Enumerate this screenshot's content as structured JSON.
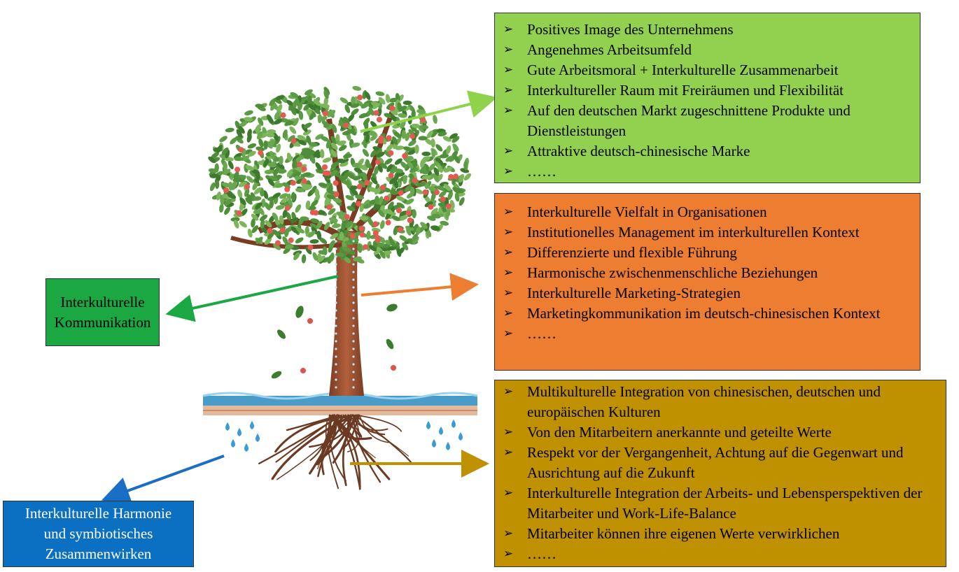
{
  "colors": {
    "top_box": "#92d050",
    "mid_box": "#ed7d31",
    "bot_box": "#bf9000",
    "comm_label": "#1ba843",
    "harm_label": "#0b6fc2",
    "arrow_top": "#8fd24c",
    "arrow_mid": "#ed7d31",
    "arrow_bot": "#bf9000",
    "arrow_comm": "#1ba843",
    "arrow_harm": "#1a6fc4"
  },
  "bullet_symbol": "➢",
  "top_box": {
    "items": [
      "Positives Image des Unternehmens",
      "Angenehmes Arbeitsumfeld",
      "Gute Arbeitsmoral + Interkulturelle Zusammenarbeit",
      "Interkultureller Raum mit Freiräumen und Flexibilität",
      "Auf den deutschen Markt zugeschnittene Produkte und Dienstleistungen",
      "Attraktive deutsch-chinesische Marke",
      "……"
    ]
  },
  "mid_box": {
    "items": [
      "Interkulturelle Vielfalt in Organisationen",
      "Institutionelles Management im interkulturellen Kontext",
      "Differenzierte und flexible Führung",
      "Harmonische zwischenmenschliche Beziehungen",
      "Interkulturelle Marketing-Strategien",
      "Marketingkommunikation im deutsch-chinesischen Kontext",
      "……"
    ]
  },
  "bot_box": {
    "items": [
      "Multikulturelle Integration von chinesischen, deutschen und europäischen Kulturen",
      "Von den Mitarbeitern anerkannte und geteilte Werte",
      "Respekt vor der Vergangenheit, Achtung auf die Gegenwart und Ausrichtung auf die Zukunft",
      "Interkulturelle Integration der Arbeits- und Lebensperspektiven der Mitarbeiter und Work-Life-Balance",
      "Mitarbeiter können ihre eigenen Werte verwirklichen",
      "……"
    ]
  },
  "label_comm": {
    "line1": "Interkulturelle",
    "line2": "Kommunikation"
  },
  "label_harm": {
    "line1": "Interkulturelle Harmonie",
    "line2": "und symbiotisches",
    "line3": "Zusammenwirken"
  }
}
